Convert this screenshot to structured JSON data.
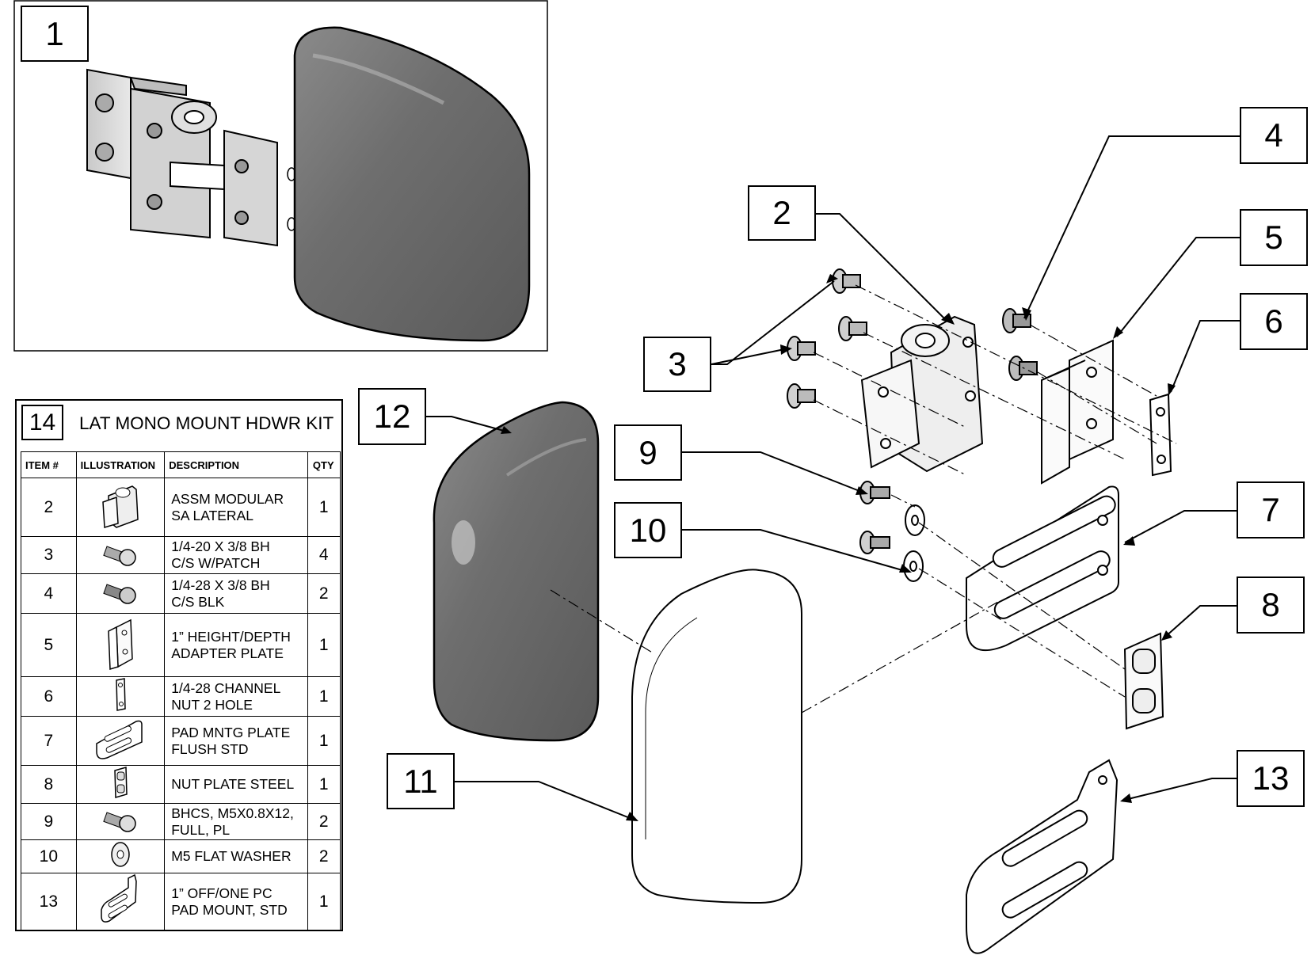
{
  "callouts": {
    "c1": "1",
    "c2": "2",
    "c3": "3",
    "c4": "4",
    "c5": "5",
    "c6": "6",
    "c7": "7",
    "c8": "8",
    "c9": "9",
    "c10": "10",
    "c11": "11",
    "c12": "12",
    "c13": "13"
  },
  "kit": {
    "number": "14",
    "title": "LAT MONO MOUNT HDWR KIT",
    "headers": {
      "item": "ITEM #",
      "illustration": "ILLUSTRATION",
      "description": "DESCRIPTION",
      "qty": "QTY"
    },
    "rows": [
      {
        "item": "2",
        "icon": "hinge-assembly-icon",
        "desc1": "ASSM MODULAR",
        "desc2": "SA LATERAL",
        "qty": "1"
      },
      {
        "item": "3",
        "icon": "screw-icon",
        "desc1": "1/4-20 X 3/8 BH",
        "desc2": "C/S W/PATCH",
        "qty": "4"
      },
      {
        "item": "4",
        "icon": "screw-icon",
        "desc1": "1/4-28 X 3/8 BH",
        "desc2": "C/S BLK",
        "qty": "2"
      },
      {
        "item": "5",
        "icon": "adapter-plate-icon",
        "desc1": "1” HEIGHT/DEPTH",
        "desc2": "ADAPTER PLATE",
        "qty": "1"
      },
      {
        "item": "6",
        "icon": "channel-nut-icon",
        "desc1": "1/4-28 CHANNEL",
        "desc2": "NUT 2 HOLE",
        "qty": "1"
      },
      {
        "item": "7",
        "icon": "mounting-plate-icon",
        "desc1": "PAD MNTG PLATE",
        "desc2": "FLUSH STD",
        "qty": "1"
      },
      {
        "item": "8",
        "icon": "nut-plate-icon",
        "desc1": "NUT PLATE STEEL",
        "desc2": "",
        "qty": "1"
      },
      {
        "item": "9",
        "icon": "screw-icon",
        "desc1": "BHCS, M5X0.8X12,",
        "desc2": "FULL, PL",
        "qty": "2"
      },
      {
        "item": "10",
        "icon": "washer-icon",
        "desc1": "M5 FLAT WASHER",
        "desc2": "",
        "qty": "2"
      },
      {
        "item": "13",
        "icon": "pad-mount-icon",
        "desc1": "1” OFF/ONE PC",
        "desc2": "PAD MOUNT, STD",
        "qty": "1"
      }
    ]
  },
  "colors": {
    "pad": "#6b6b6b",
    "metal": "#d9d9d9",
    "line": "#000000"
  }
}
